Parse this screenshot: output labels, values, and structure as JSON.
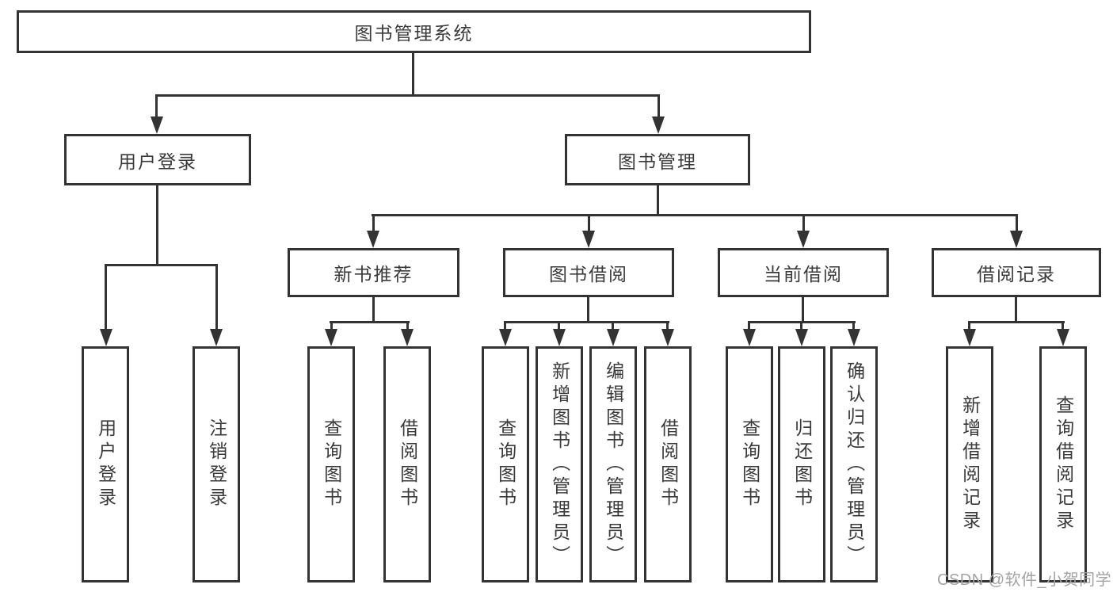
{
  "root": {
    "label": "图书管理系统"
  },
  "level2": [
    {
      "label": "用户登录"
    },
    {
      "label": "图书管理"
    }
  ],
  "level3": [
    {
      "label": "新书推荐",
      "parent": "图书管理"
    },
    {
      "label": "图书借阅",
      "parent": "图书管理"
    },
    {
      "label": "当前借阅",
      "parent": "图书管理"
    },
    {
      "label": "借阅记录",
      "parent": "图书管理"
    }
  ],
  "leaves": [
    {
      "label": "用户登录",
      "parent": "用户登录"
    },
    {
      "label": "注销登录",
      "parent": "用户登录"
    },
    {
      "label": "查询图书",
      "parent": "新书推荐"
    },
    {
      "label": "借阅图书",
      "parent": "新书推荐"
    },
    {
      "label": "查询图书",
      "parent": "图书借阅"
    },
    {
      "label": "新增图书（管理员）",
      "parent": "图书借阅"
    },
    {
      "label": "编辑图书（管理员）",
      "parent": "图书借阅"
    },
    {
      "label": "借阅图书",
      "parent": "图书借阅"
    },
    {
      "label": "查询图书",
      "parent": "当前借阅"
    },
    {
      "label": "归还图书",
      "parent": "当前借阅"
    },
    {
      "label": "确认归还（管理员）",
      "parent": "当前借阅"
    },
    {
      "label": "新增借阅记录",
      "parent": "借阅记录"
    },
    {
      "label": "查询借阅记录",
      "parent": "借阅记录"
    }
  ],
  "watermark": {
    "text": "CSDN @软件_小贺同学"
  },
  "colors": {
    "line": "#333333",
    "box_border": "#333333",
    "text": "#3a3a3a",
    "background": "#ffffff",
    "watermark": "#a3a3a3"
  }
}
